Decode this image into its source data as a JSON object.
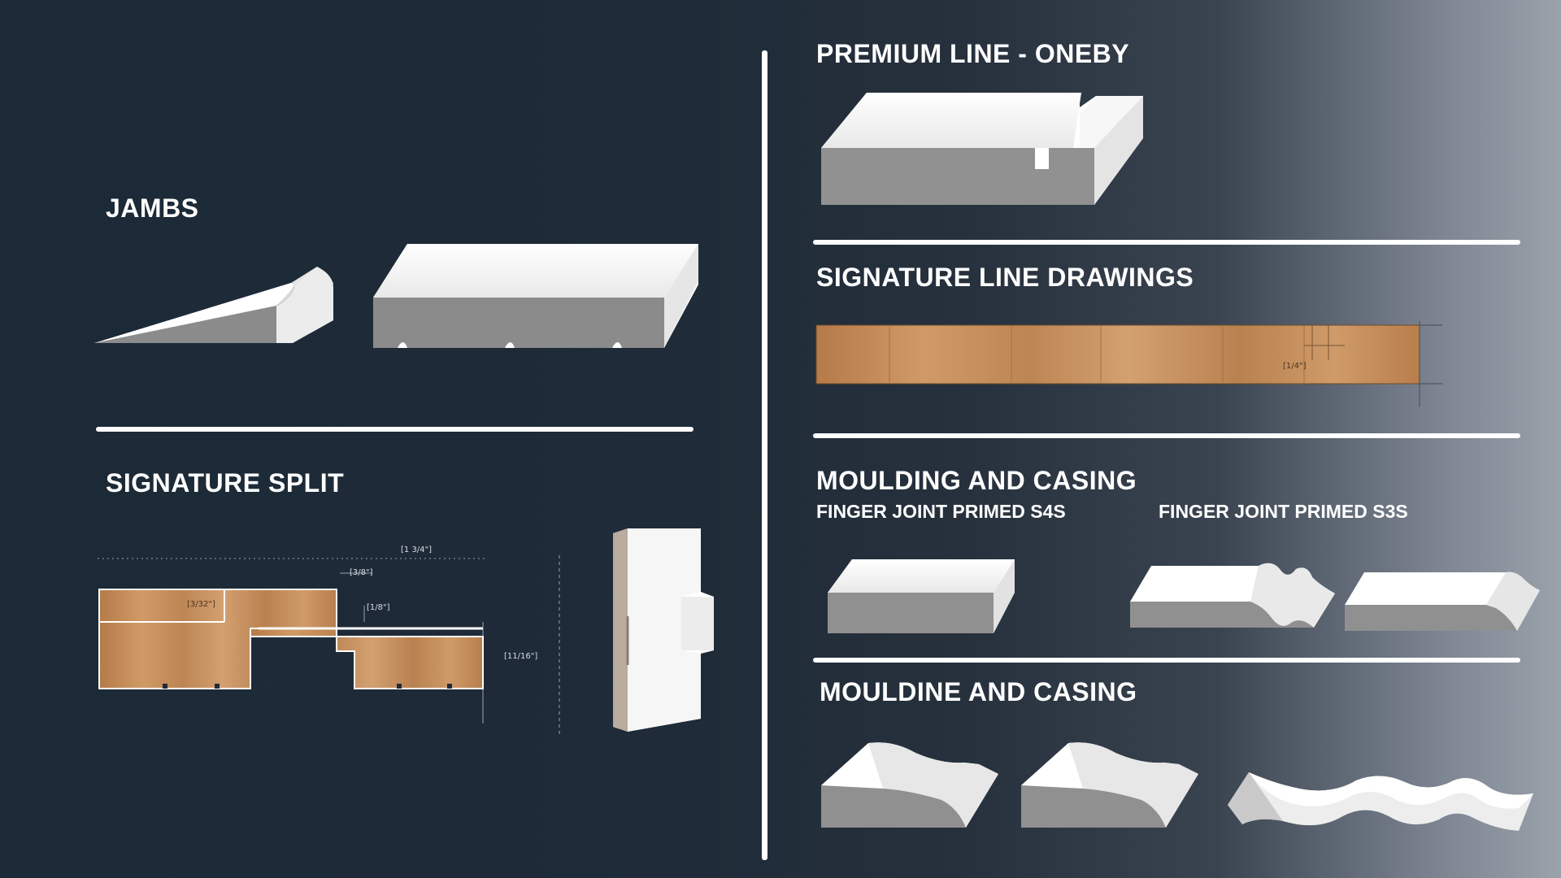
{
  "sections": {
    "jambs": {
      "title": "JAMBS"
    },
    "signature_split": {
      "title": "SIGNATURE SPLIT",
      "dimensions": {
        "total_width": "[1 3/4\"]",
        "offset": "[3/8\"]",
        "rabbet": "[3/32\"]",
        "gap": "[1/8\"]",
        "height": "[11/16\"]"
      }
    },
    "premium_line": {
      "title": "PREMIUM LINE - ONEBY"
    },
    "signature_line_drawings": {
      "title": "SIGNATURE LINE DRAWINGS",
      "dimensions": {
        "groove": "[1/4\"]"
      }
    },
    "moulding_casing": {
      "title": "MOULDING AND CASING",
      "sub_s4s": "FINGER JOINT PRIMED S4S",
      "sub_s3s": "FINGER JOINT PRIMED S3S"
    },
    "mouldine_casing": {
      "title": "MOULDINE AND CASING"
    }
  },
  "colors": {
    "background_dark": "#1c2937",
    "background_light": "#9aa2ab",
    "divider": "#ffffff",
    "primed_white": "#f3f3f3",
    "wood": "#c58e5b"
  }
}
